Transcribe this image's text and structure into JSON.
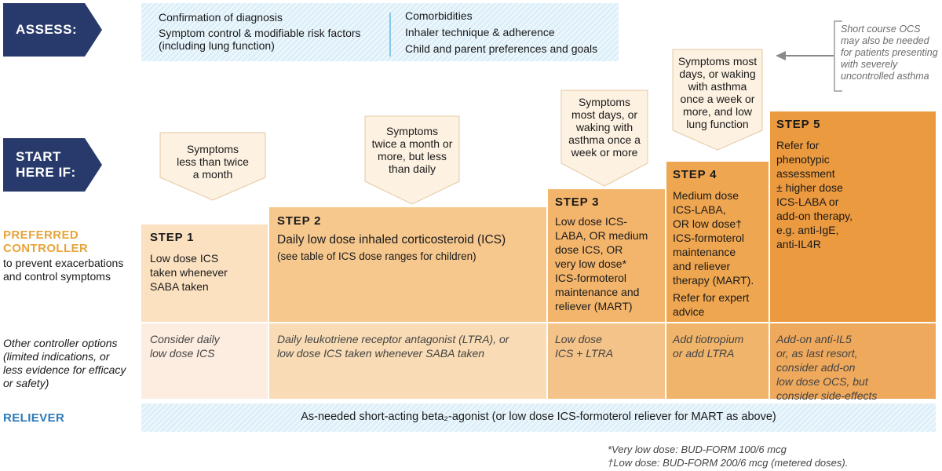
{
  "row_labels": {
    "assess": "ASSESS:",
    "start_line1": "START",
    "start_line2": "HERE IF:",
    "preferred_line1": "PREFERRED",
    "preferred_line2": "CONTROLLER",
    "preferred_desc_line1": "to prevent exacerbations",
    "preferred_desc_line2": "and control symptoms",
    "other_lines": [
      "Other controller options",
      "(limited indications, or",
      "less evidence for efficacy",
      "or safety)"
    ],
    "reliever": "RELIEVER"
  },
  "assess": {
    "left_items": [
      "Confirmation of diagnosis",
      "Symptom control & modifiable risk factors",
      "(including lung function)"
    ],
    "right_items": [
      "Comorbidities",
      "Inhaler technique & adherence",
      "Child and parent preferences and goals"
    ]
  },
  "side_note_lines": [
    "Short course OCS",
    "may also be needed",
    "for patients presenting",
    "with severely",
    "uncontrolled asthma"
  ],
  "start_criteria": [
    {
      "lines": [
        "Symptoms",
        "less than twice",
        "a month"
      ]
    },
    {
      "lines": [
        "Symptoms",
        "twice a month or",
        "more, but less",
        "than daily"
      ]
    },
    {
      "lines": [
        "Symptoms",
        "most days, or",
        "waking with",
        "asthma once a",
        "week or more"
      ]
    },
    {
      "lines": [
        "Symptoms most",
        "days, or waking",
        "with asthma",
        "once a week or",
        "more, and low",
        "lung function"
      ]
    }
  ],
  "steps": [
    {
      "title": "STEP 1",
      "preferred": [
        "Low dose ICS",
        "taken whenever",
        "SABA taken"
      ],
      "other": [
        "Consider daily",
        "low dose ICS"
      ]
    },
    {
      "title": "STEP 2",
      "preferred_main": "Daily low dose inhaled corticosteroid (ICS)",
      "preferred_sub": "(see table of ICS dose ranges for children)",
      "other": [
        "Daily leukotriene receptor antagonist (LTRA), or",
        "low dose ICS taken whenever SABA taken"
      ]
    },
    {
      "title": "STEP 3",
      "preferred": [
        "Low dose ICS-",
        "LABA, OR medium",
        "dose ICS, OR",
        "very low dose*",
        "ICS-formoterol",
        "maintenance and",
        "reliever (MART)"
      ],
      "other": [
        "Low dose",
        "ICS + LTRA"
      ]
    },
    {
      "title": "STEP 4",
      "preferred": [
        "Medium dose",
        "ICS-LABA,",
        "OR low dose†",
        "ICS-formoterol",
        "maintenance",
        "and reliever",
        "therapy (MART)."
      ],
      "preferred_extra": [
        "Refer for expert",
        "advice"
      ],
      "other": [
        "Add tiotropium",
        "or add LTRA"
      ]
    },
    {
      "title": "STEP 5",
      "preferred": [
        "Refer for",
        "phenotypic",
        "assessment",
        "± higher dose",
        "ICS-LABA or",
        "add-on therapy,",
        "e.g. anti-IgE,",
        "anti-IL4R"
      ],
      "other": [
        "Add-on anti-IL5",
        "or, as last resort,",
        "consider add-on",
        "low dose OCS, but",
        "consider side-effects"
      ]
    }
  ],
  "reliever_text": "As-needed short-acting beta₂-agonist (or low dose ICS-formoterol reliever for MART as above)",
  "footnotes": [
    "*Very low dose: BUD-FORM 100/6 mcg",
    "†Low dose: BUD-FORM 200/6 mcg (metered doses)."
  ],
  "colors": {
    "navy": "#283a6b",
    "step1_light": "#fbe5cb",
    "step2_mid": "#f6c88e",
    "step3_mid": "#f3b56c",
    "step4_dark": "#efa650",
    "step5_darkest": "#ec9a3f",
    "callout_fill": "#fdf1e1",
    "assess_fill": "#dceff9",
    "preferred_label": "#e8a33a",
    "reliever_label": "#2e7ab8"
  }
}
